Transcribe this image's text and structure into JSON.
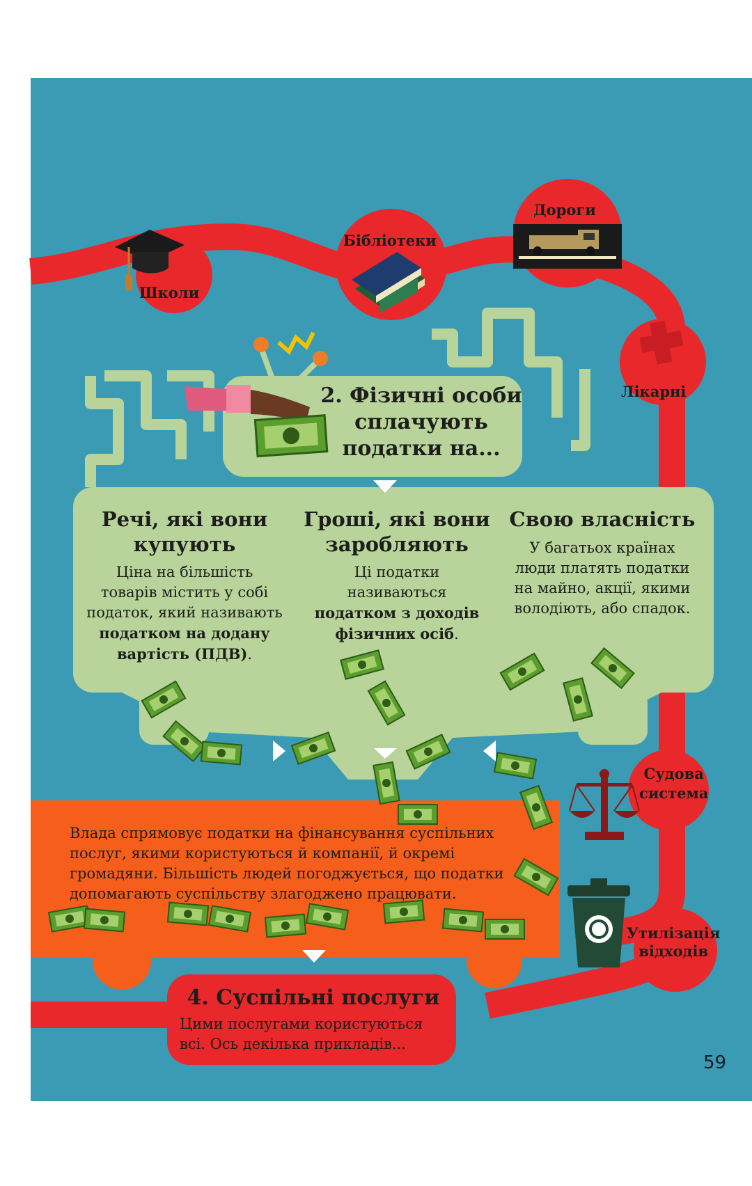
{
  "colors": {
    "background": "#3b9bb5",
    "road": "#e8282b",
    "panel": "#b8d49a",
    "orange": "#f55f1b",
    "text": "#1d1d1b",
    "money": "#5a9e2e"
  },
  "services": [
    {
      "label": "Школи",
      "icon": "graduation-cap-icon"
    },
    {
      "label": "Бібліотеки",
      "icon": "books-icon"
    },
    {
      "label": "Дороги",
      "icon": "truck-icon"
    },
    {
      "label": "Лікарні",
      "icon": "red-cross-icon"
    },
    {
      "label_lines": [
        "Судова",
        "система"
      ],
      "icon": "scales-icon"
    },
    {
      "label_lines": [
        "Утилізація",
        "відходів"
      ],
      "icon": "recycling-bin-icon"
    }
  ],
  "step2": {
    "title_lines": [
      "2. Фізичні особи",
      "сплачують",
      "податки на..."
    ]
  },
  "columns": [
    {
      "title_lines": [
        "Речі, які вони",
        "купують"
      ],
      "body_lines": [
        "Ціна на більшість",
        "товарів містить у собі",
        "податок, який називають"
      ],
      "bold_lines": [
        "податком на додану",
        "вартість (ПДВ)"
      ],
      "bold_tail": "."
    },
    {
      "title_lines": [
        "Гроші, які вони",
        "заробляють"
      ],
      "body_lines": [
        "Ці податки",
        "називаються"
      ],
      "bold_lines": [
        "податком з доходів",
        "фізичних осіб"
      ],
      "bold_tail": "."
    },
    {
      "title_lines": [
        "Свою власність"
      ],
      "body_lines": [
        "У багатьох країнах",
        "люди платять податки",
        "на майно, акції, якими",
        "володіють, або спадок."
      ]
    }
  ],
  "government": {
    "lines": [
      "Влада спрямовує податки на фінансування суспільних",
      "послуг, якими користуються й компанії, й окремі",
      "громадяни. Більшість людей погоджується, що податки",
      "допомагають суспільству злагоджено працювати."
    ]
  },
  "step4": {
    "title": "4. Суспільні послуги",
    "lines": [
      "Цими послугами користуються",
      "всі. Ось декілька прикладів..."
    ]
  },
  "page_number": "59"
}
